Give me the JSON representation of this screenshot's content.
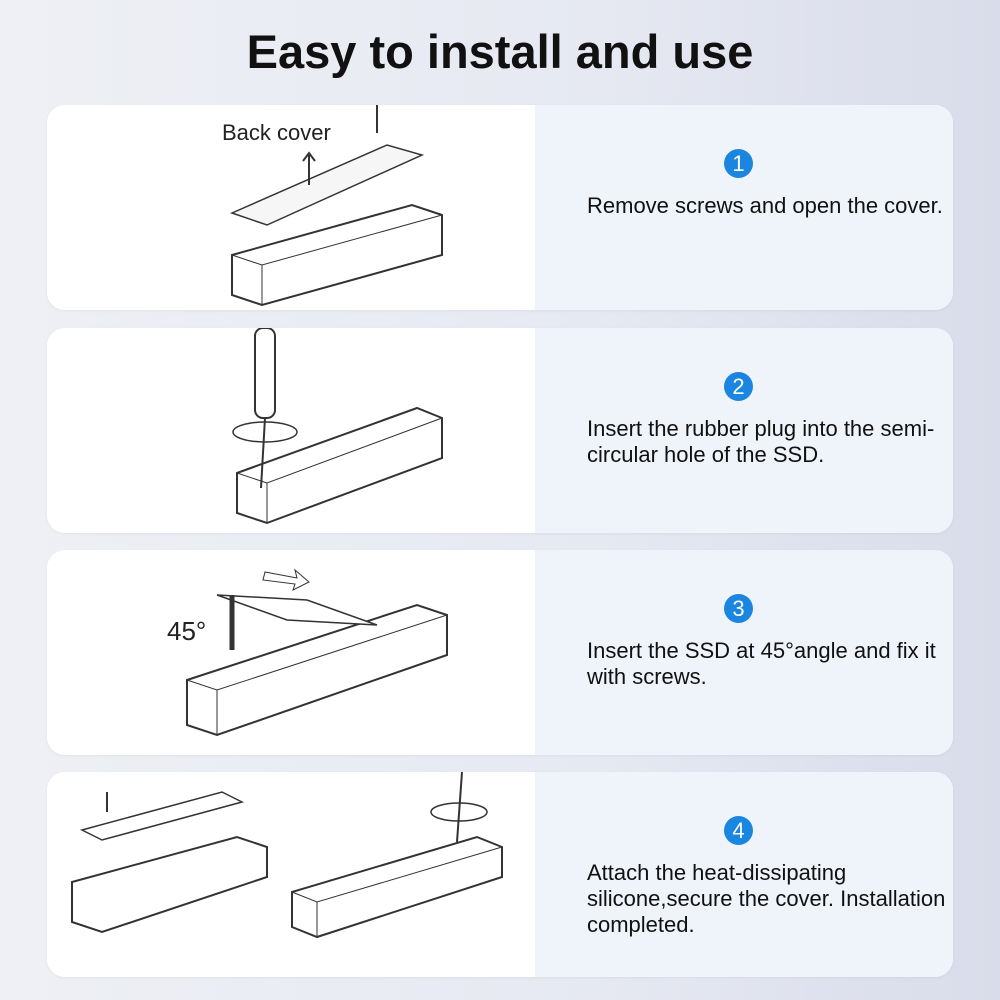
{
  "title": "Easy to install and use",
  "accent": "#1a86e0",
  "steps": [
    {
      "number": "1",
      "text": "Remove screws and open the cover.",
      "label": "Back cover"
    },
    {
      "number": "2",
      "text": "Insert the rubber plug into the semi-circular hole of the SSD."
    },
    {
      "number": "3",
      "text": "Insert the SSD at 45°angle and fix it with screws.",
      "label": "45°"
    },
    {
      "number": "4",
      "text": "Attach the heat-dissipating silicone,secure the cover. Installation completed."
    }
  ]
}
